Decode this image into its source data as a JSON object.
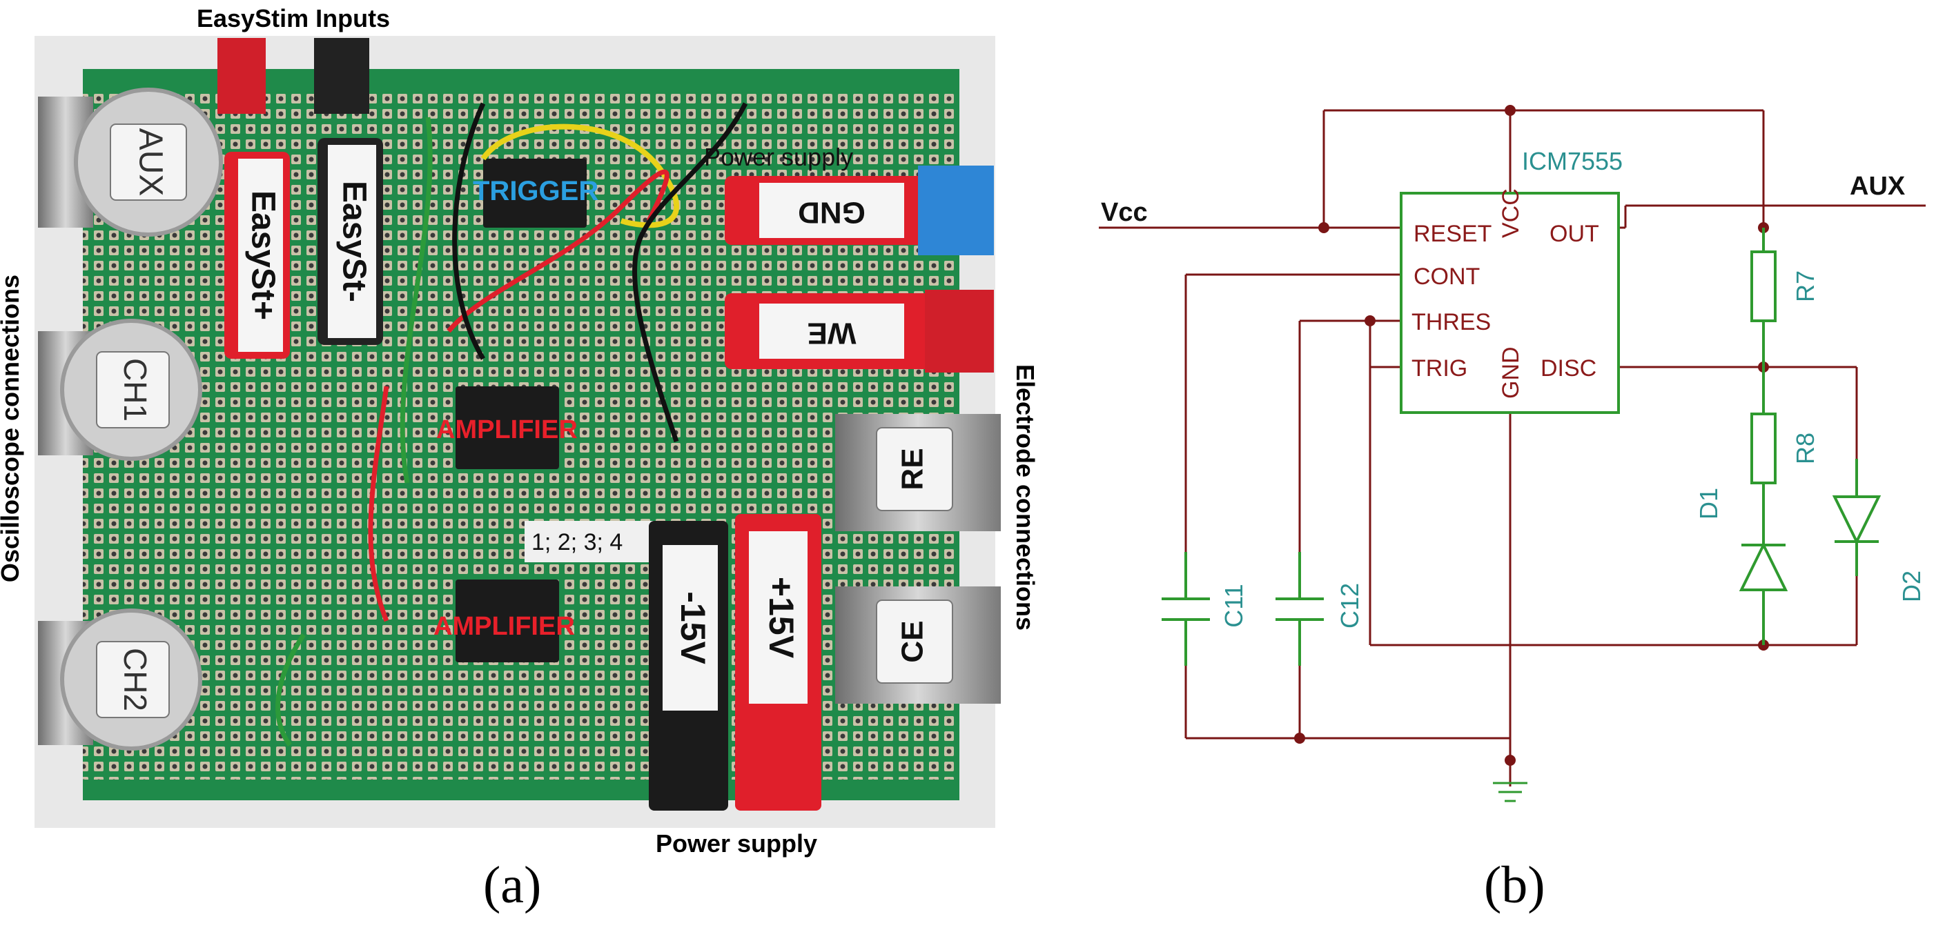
{
  "panel_a": {
    "caption": "(a)",
    "labels": {
      "easystim_inputs": "EasyStim Inputs",
      "oscilloscope": "Oscilloscope connections",
      "electrode": "Electrode connections",
      "power_supply_bottom": "Power supply",
      "power_supply_top": "Power supply",
      "trigger": "TRIGGER",
      "amplifier_1": "AMPLIFIER",
      "amplifier_2": "AMPLIFIER",
      "sequence_note": "1; 2; 3; 4"
    },
    "connectors": {
      "aux": "AUX",
      "ch1": "CH1",
      "ch2": "CH2",
      "easystim_plus": "EasySt+",
      "easystim_minus": "EasySt-",
      "gnd": "GND",
      "we": "WE",
      "re": "RE",
      "ce": "CE",
      "minus_15v": "-15V",
      "plus_15v": "+15V"
    },
    "colors": {
      "board": "#1f8a4a",
      "red": "#e01f2b",
      "blue": "#2e86d6",
      "trigger_text": "#2b9fe0",
      "amp_text": "#e8202a"
    }
  },
  "panel_b": {
    "caption": "(b)",
    "chip": {
      "name": "ICM7555",
      "pins": {
        "reset": "RESET",
        "vcc": "VCC",
        "out": "OUT",
        "cont": "CONT",
        "thres": "THRES",
        "trig": "TRIG",
        "gnd": "GND",
        "disc": "DISC"
      }
    },
    "nets": {
      "vcc": "Vcc",
      "aux": "AUX"
    },
    "components": {
      "r7": "R7",
      "r8": "R8",
      "d1": "D1",
      "d2": "D2",
      "c11": "C11",
      "c12": "C12"
    },
    "colors": {
      "wire": "#7a1515",
      "component": "#2f9a2f",
      "label": "#2a9090",
      "pin": "#8b1a1a"
    }
  }
}
